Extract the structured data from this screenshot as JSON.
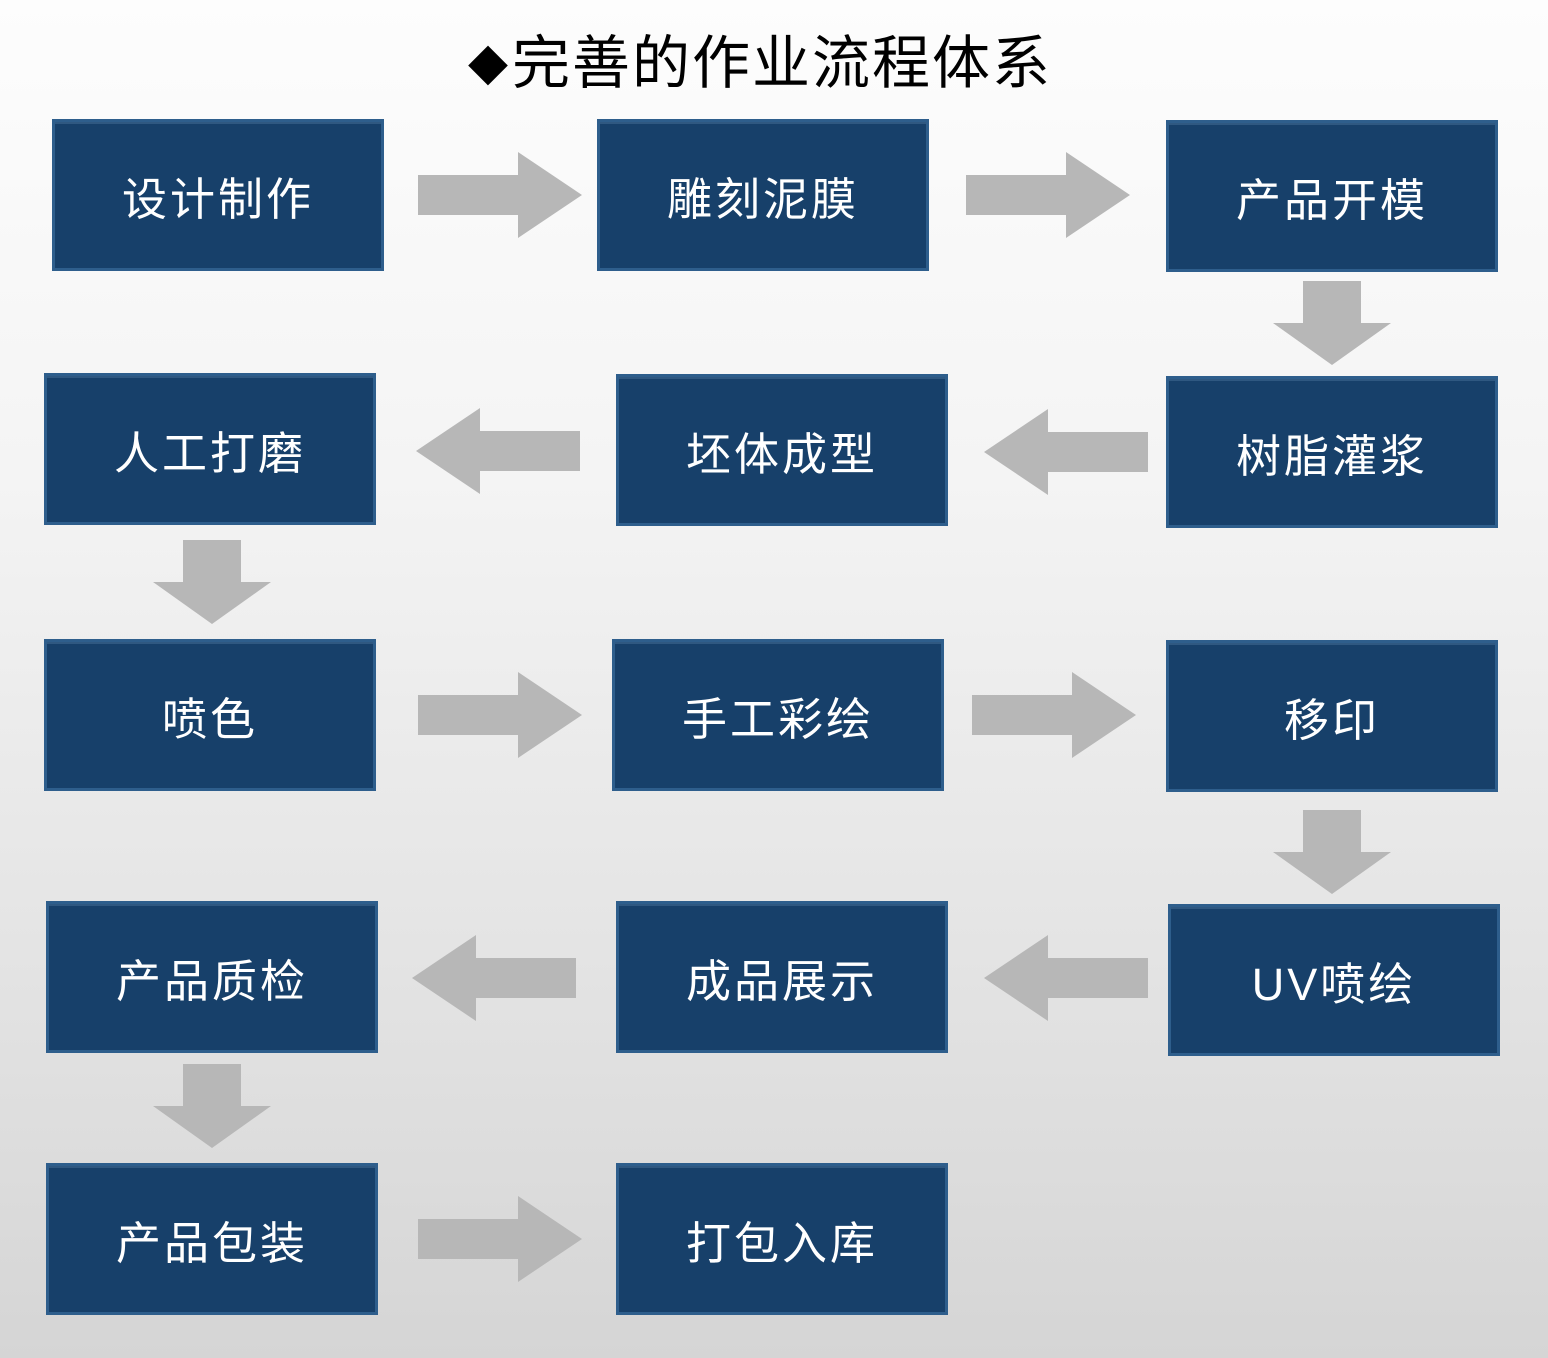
{
  "title": {
    "bullet": "◆",
    "text": "完善的作业流程体系"
  },
  "colors": {
    "node_fill": "#17406a",
    "node_border": "#2e5e8c",
    "node_text": "#ffffff",
    "arrow": "#b7b7b7",
    "background_top": "#fdfdfd",
    "background_bottom": "#d5d5d5",
    "title_text": "#000000"
  },
  "nodes": [
    {
      "id": "design",
      "label": "设计制作"
    },
    {
      "id": "carving",
      "label": "雕刻泥膜"
    },
    {
      "id": "molding",
      "label": "产品开模"
    },
    {
      "id": "grouting",
      "label": "树脂灌浆"
    },
    {
      "id": "forming",
      "label": "坯体成型"
    },
    {
      "id": "polishing",
      "label": "人工打磨"
    },
    {
      "id": "spraying",
      "label": "喷色"
    },
    {
      "id": "painting",
      "label": "手工彩绘"
    },
    {
      "id": "padprint",
      "label": "移印"
    },
    {
      "id": "uvprint",
      "label": "UV喷绘"
    },
    {
      "id": "display",
      "label": "成品展示"
    },
    {
      "id": "inspection",
      "label": "产品质检"
    },
    {
      "id": "packaging",
      "label": "产品包装"
    },
    {
      "id": "warehouse",
      "label": "打包入库"
    }
  ],
  "flows": [
    {
      "from": "设计制作",
      "to": "雕刻泥膜",
      "direction": "right"
    },
    {
      "from": "雕刻泥膜",
      "to": "产品开模",
      "direction": "right"
    },
    {
      "from": "产品开模",
      "to": "树脂灌浆",
      "direction": "down"
    },
    {
      "from": "树脂灌浆",
      "to": "坯体成型",
      "direction": "left"
    },
    {
      "from": "坯体成型",
      "to": "人工打磨",
      "direction": "left"
    },
    {
      "from": "人工打磨",
      "to": "喷色",
      "direction": "down"
    },
    {
      "from": "喷色",
      "to": "手工彩绘",
      "direction": "right"
    },
    {
      "from": "手工彩绘",
      "to": "移印",
      "direction": "right"
    },
    {
      "from": "移印",
      "to": "UV喷绘",
      "direction": "down"
    },
    {
      "from": "UV喷绘",
      "to": "成品展示",
      "direction": "left"
    },
    {
      "from": "成品展示",
      "to": "产品质检",
      "direction": "left"
    },
    {
      "from": "产品质检",
      "to": "产品包装",
      "direction": "down"
    },
    {
      "from": "产品包装",
      "to": "打包入库",
      "direction": "right"
    }
  ]
}
